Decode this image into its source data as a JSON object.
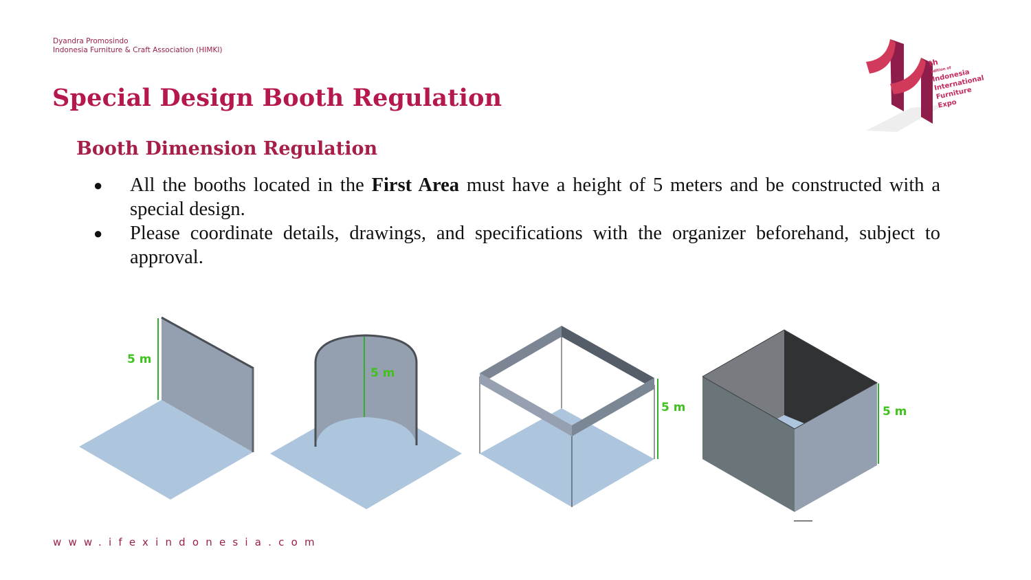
{
  "header": {
    "org_line1": "Dyandra Promosindo",
    "org_line2": "Indonesia Furniture & Craft Association (HIMKI)"
  },
  "logo": {
    "number": "11",
    "suffix": "th",
    "edition": "edition of",
    "lines": [
      "Indonesia",
      "International",
      "Furniture",
      "Expo"
    ]
  },
  "title": "Special Design Booth Regulation",
  "section": {
    "heading": "Booth Dimension Regulation",
    "bullets": [
      {
        "before": "All the booths located in the ",
        "bold": "First Area",
        "after": " must have a height of 5 meters and be constructed with a special design."
      },
      {
        "text": "Please coordinate details, drawings, and specifications with the organizer beforehand, subject to approval."
      }
    ]
  },
  "diagrams": [
    {
      "type": "single-wall",
      "height_label": "5 m"
    },
    {
      "type": "curved-wall",
      "height_label": "5 m"
    },
    {
      "type": "open-frame",
      "height_label": "5 m"
    },
    {
      "type": "closed-box",
      "height_label": "5 m"
    }
  ],
  "colors": {
    "title": "#b5174f",
    "accent_green": "#3fc21e",
    "floor": "#adc6dd",
    "wall": "#949fb0"
  },
  "footer": {
    "website": "www.ifexindonesia.com"
  }
}
